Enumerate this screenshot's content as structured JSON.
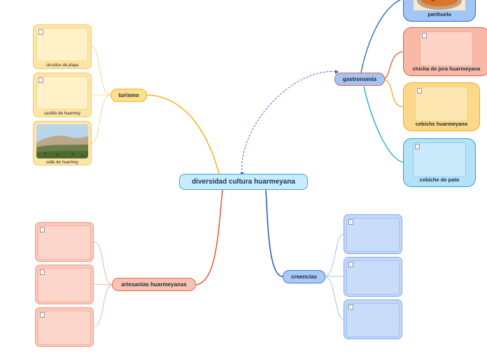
{
  "center": {
    "label": "diversidad cultura huarmeyana"
  },
  "branches": {
    "turismo": {
      "label": "turismo",
      "items": [
        {
          "caption": "circuitos de playa"
        },
        {
          "caption": "castillo de huarmey"
        },
        {
          "caption": "valle de huarmey"
        }
      ]
    },
    "artesanias": {
      "label": "artesanías huarmeyanas"
    },
    "gastronomia": {
      "label": "gastronomia",
      "items": [
        {
          "caption": "parihuela"
        },
        {
          "caption": "chicha de jora huarmeyana"
        },
        {
          "caption": "cebiche huarmeyano"
        },
        {
          "caption": "cebiche de pato"
        }
      ]
    },
    "creencias": {
      "label": "creencias"
    }
  },
  "colors": {
    "turismo": "#f7b90f",
    "artesanias": "#e6582b",
    "gastronomia": "#1e6fd0",
    "creencias": "#1e63c4"
  }
}
